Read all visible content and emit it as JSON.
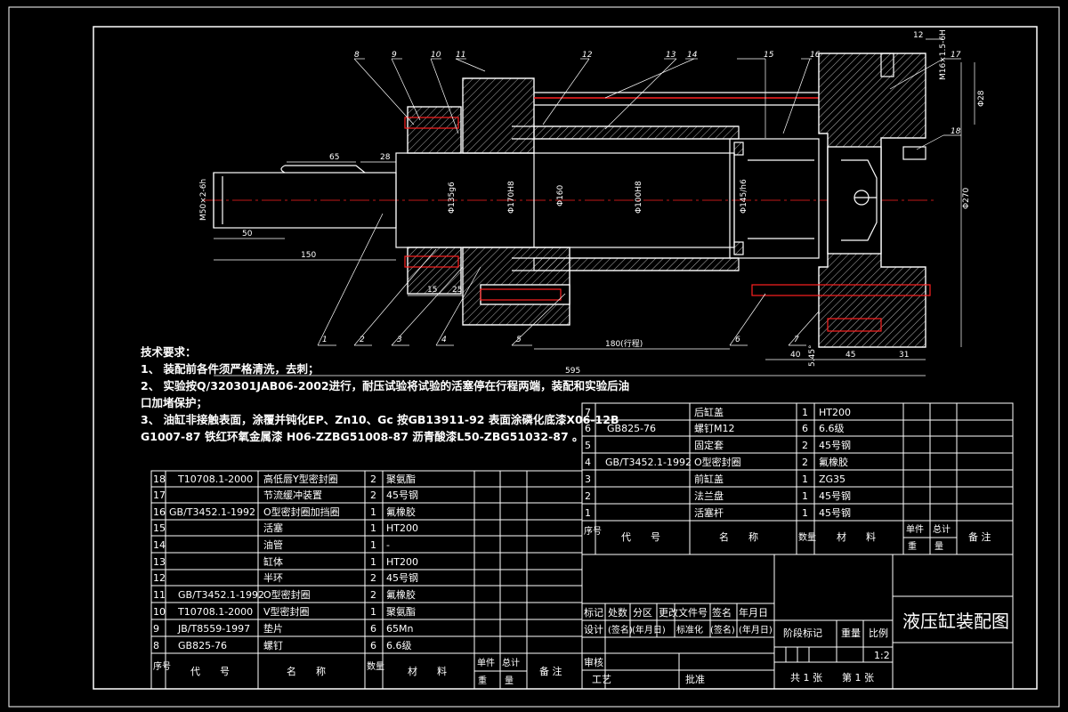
{
  "drawing": {
    "title": "液压缸装配图",
    "scale": "1:2",
    "sheet_info": "共 1 张　　第 1 张",
    "stage_label": "阶段标记",
    "weight_label": "重量",
    "scale_label": "比例",
    "title_block": {
      "row1": [
        "标记",
        "处数",
        "分区",
        "更改文件号",
        "签名",
        "年月日"
      ],
      "row2": [
        "设计",
        "(签名)",
        "(年月日)",
        "标准化",
        "(签名)",
        "(年月日)"
      ],
      "audit": "审核",
      "process": "工艺",
      "approve": "批准"
    }
  },
  "tech_requirements": {
    "heading": "技术要求：",
    "lines": [
      "1、 装配前各件须严格清洗，去刺；",
      "2、 实验按Q/320301JAB06-2002进行，耐压试验将试验的活塞停在行程两端，装配和实验后油",
      "口加堵保护；",
      "3、 油缸非接触表面，涂覆并钝化EP、Zn10、Gc 按GB13911-92 表面涂磷化底漆X06-12B",
      "G1007-87 铁红环氧金属漆 H06-ZZBG51008-87 沥青酸漆L50-ZBG51032-87 。"
    ]
  },
  "bom_headers": {
    "seq": "序号",
    "code": "代　　号",
    "name": "名　　称",
    "qty": "数量",
    "material": "材　　料",
    "unit_weight": "单件",
    "total_weight": "总计",
    "weight": "重　　量",
    "note": "备 注"
  },
  "bom_right": [
    {
      "no": "7",
      "code": "",
      "name": "后缸盖",
      "qty": "1",
      "material": "HT200"
    },
    {
      "no": "6",
      "code": "GB825-76",
      "name": "螺钉M12",
      "qty": "6",
      "material": "6.6级"
    },
    {
      "no": "5",
      "code": "",
      "name": "固定套",
      "qty": "2",
      "material": "45号钢"
    },
    {
      "no": "4",
      "code": "GB/T3452.1-1992",
      "name": "O型密封圈",
      "qty": "2",
      "material": "氟橡胶"
    },
    {
      "no": "3",
      "code": "",
      "name": "前缸盖",
      "qty": "1",
      "material": "ZG35"
    },
    {
      "no": "2",
      "code": "",
      "name": "法兰盘",
      "qty": "1",
      "material": "45号钢"
    },
    {
      "no": "1",
      "code": "",
      "name": "活塞杆",
      "qty": "1",
      "material": "45号钢"
    }
  ],
  "bom_left": [
    {
      "no": "18",
      "code": "T10708.1-2000",
      "name": "高低唇Y型密封圈",
      "qty": "2",
      "material": "聚氨酯"
    },
    {
      "no": "17",
      "code": "",
      "name": "节流缓冲装置",
      "qty": "2",
      "material": "45号钢"
    },
    {
      "no": "16",
      "code": "GB/T3452.1-1992",
      "name": "O型密封圈加挡圈",
      "qty": "1",
      "material": "氟橡胶"
    },
    {
      "no": "15",
      "code": "",
      "name": "活塞",
      "qty": "1",
      "material": "HT200"
    },
    {
      "no": "14",
      "code": "",
      "name": "油管",
      "qty": "1",
      "material": "-"
    },
    {
      "no": "13",
      "code": "",
      "name": "缸体",
      "qty": "1",
      "material": "HT200"
    },
    {
      "no": "12",
      "code": "",
      "name": "半环",
      "qty": "2",
      "material": "45号钢"
    },
    {
      "no": "11",
      "code": "GB/T3452.1-1992",
      "name": "O型密封圈",
      "qty": "2",
      "material": "氟橡胶"
    },
    {
      "no": "10",
      "code": "T10708.1-2000",
      "name": "V型密封圈",
      "qty": "1",
      "material": "聚氨酯"
    },
    {
      "no": "9",
      "code": "JB/T8559-1997",
      "name": "垫片",
      "qty": "6",
      "material": "65Mn"
    },
    {
      "no": "8",
      "code": "GB825-76",
      "name": "螺钉",
      "qty": "6",
      "material": "6.6级"
    }
  ],
  "dimensions": {
    "d65": "65",
    "d28": "28",
    "d50": "50",
    "d150": "150",
    "d15": "15",
    "d25": "25",
    "stroke": "180(行程)",
    "d595": "595",
    "d40": "40",
    "d45": "45",
    "d31": "31",
    "d12": "12",
    "thread_rod": "M50×2-6h",
    "thread_port": "M16×1.5-6H",
    "dia_a": "Φ135g6",
    "dia_b": "Φ170H8",
    "dia_c": "Φ160",
    "dia_d": "Φ100H8",
    "dia_e": "Φ145/h6",
    "dia_f": "Φ28",
    "dia_g": "Φ270",
    "dia_h": "5.45°"
  },
  "leaders": [
    "1",
    "2",
    "3",
    "4",
    "5",
    "6",
    "7",
    "8",
    "9",
    "10",
    "11",
    "12",
    "13",
    "14",
    "15",
    "16",
    "17",
    "18"
  ],
  "colors": {
    "background": "#000000",
    "line": "#ffffff",
    "red": "#ff2020",
    "yellow": "#ffff00",
    "cyan": "#00ffff",
    "green": "#00ff00"
  }
}
